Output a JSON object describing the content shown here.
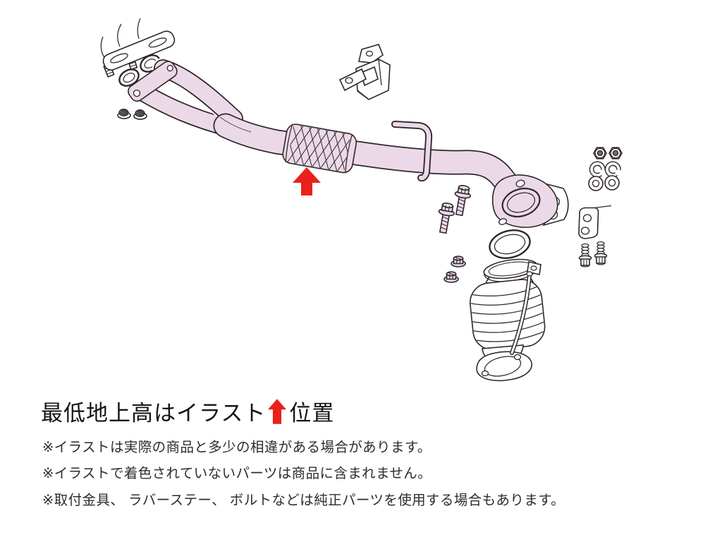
{
  "page": {
    "background": "#ffffff"
  },
  "colors": {
    "paper": "#ffffff",
    "pink": "#ecd9e8",
    "outline": "#2e262c",
    "red": "#e8221b",
    "ink": "#151515",
    "note-ink": "#2d2d2d",
    "metal-dark": "#6e6a6e"
  },
  "caption": {
    "heading_pre": "最低地上高はイラスト",
    "heading_post": "位置",
    "notes": [
      "※イラストは実際の商品と多少の相違がある場合があります。",
      "※イラストで着色されていないパーツは商品に含まれません。",
      "※取付金具、 ラバーステー、 ボルトなどは純正パーツを使用する場合もあります。"
    ]
  }
}
